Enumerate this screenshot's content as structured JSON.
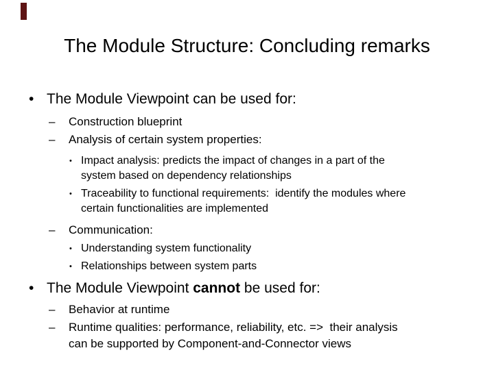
{
  "slide": {
    "title": "The Module Structure: Concluding remarks",
    "decoration": {
      "color": "#5E1414"
    },
    "markers": {
      "l1": "•",
      "l2": "–",
      "l3": "•"
    },
    "items": [
      {
        "level": 1,
        "text": "The Module Viewpoint can be used for:"
      },
      {
        "level": 2,
        "text": "Construction blueprint"
      },
      {
        "level": 2,
        "text": "Analysis of certain system properties:"
      },
      {
        "level": 3,
        "text": "Impact analysis: predicts the impact of changes in a part of the\nsystem based on dependency relationships"
      },
      {
        "level": 3,
        "text": "Traceability to functional requirements:  identify the modules where\ncertain functionalities are implemented"
      },
      {
        "level": 2,
        "text": "Communication:"
      },
      {
        "level": 3,
        "text": "Understanding system functionality"
      },
      {
        "level": 3,
        "text": "Relationships between system parts"
      },
      {
        "level": 1,
        "prefix": "The Module Viewpoint ",
        "bold_word": "cannot",
        "suffix": " be used for:"
      },
      {
        "level": 2,
        "text": "Behavior at runtime"
      },
      {
        "level": 2,
        "text": "Runtime qualities: performance, reliability, etc. =>  their analysis\ncan be supported by Component-and-Connector views"
      }
    ]
  }
}
